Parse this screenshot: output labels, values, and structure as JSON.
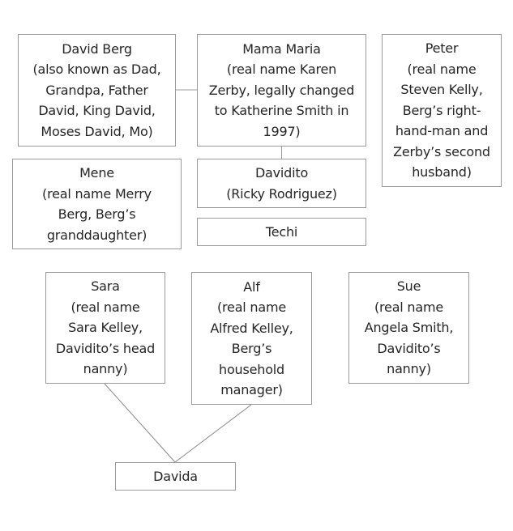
{
  "diagram": {
    "type": "relationship-chart",
    "line_color": "#9a9a9a",
    "box_border_color": "#9a9a9a",
    "text_color": "#262626",
    "nodes": {
      "berg": {
        "lines": [
          "David Berg",
          "(also known as Dad,",
          "Grandpa, Father",
          "David, King David,",
          "Moses David, Mo)"
        ]
      },
      "maria": {
        "lines": [
          "Mama Maria",
          "(real name Karen",
          "Zerby, legally changed",
          "to Katherine Smith in",
          "1997)"
        ]
      },
      "peter": {
        "lines": [
          "Peter",
          "(real name",
          "Steven Kelly,",
          "Berg’s right-",
          "hand-man and",
          "Zerby’s second",
          "husband)"
        ]
      },
      "mene": {
        "lines": [
          "Mene",
          "(real name Merry",
          "Berg, Berg’s",
          "granddaughter)"
        ]
      },
      "davidito": {
        "lines": [
          "Davidito",
          "(Ricky Rodriguez)"
        ]
      },
      "techi": {
        "lines": [
          "Techi"
        ]
      },
      "sara": {
        "lines": [
          "Sara",
          "(real name",
          "Sara Kelley,",
          "Davidito’s head",
          "nanny)"
        ]
      },
      "alf": {
        "lines": [
          "Alf",
          "(real name",
          "Alfred Kelley,",
          "Berg’s",
          "household",
          "manager)"
        ]
      },
      "sue": {
        "lines": [
          "Sue",
          "(real name",
          "Angela Smith,",
          "Davidito’s",
          "nanny)"
        ]
      },
      "davida": {
        "lines": [
          "Davida"
        ]
      }
    },
    "connections": [
      {
        "from": "berg",
        "to": "maria",
        "kind": "spouse"
      },
      {
        "from": "maria",
        "to": "davidito",
        "kind": "parent-child"
      },
      {
        "from": "sara",
        "to": "davida",
        "kind": "parent-child"
      },
      {
        "from": "alf",
        "to": "davida",
        "kind": "parent-child"
      }
    ]
  }
}
